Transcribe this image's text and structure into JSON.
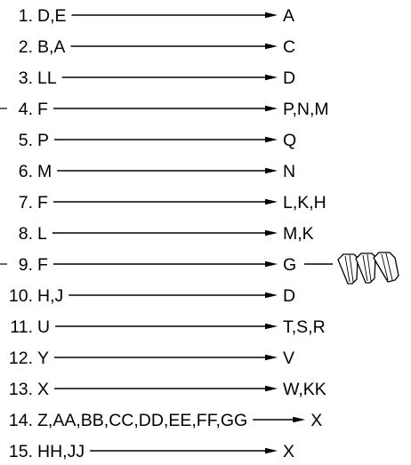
{
  "colors": {
    "ink": "#000000",
    "background": "#ffffff"
  },
  "icons": {
    "wire_nuts": "wire-nut-connectors-icon"
  },
  "rows": [
    {
      "num": "1.",
      "from": "D,E",
      "to": "A"
    },
    {
      "num": "2.",
      "from": "B,A",
      "to": "C"
    },
    {
      "num": "3.",
      "from": "LL",
      "to": "D"
    },
    {
      "num": "4.",
      "from": "F",
      "to": "P,N,M"
    },
    {
      "num": "5.",
      "from": "P",
      "to": "Q"
    },
    {
      "num": "6.",
      "from": "M",
      "to": "N"
    },
    {
      "num": "7.",
      "from": "F",
      "to": "L,K,H"
    },
    {
      "num": "8.",
      "from": "L",
      "to": "M,K"
    },
    {
      "num": "9.",
      "from": "F",
      "to": "G"
    },
    {
      "num": "10.",
      "from": "H,J",
      "to": "D"
    },
    {
      "num": "11.",
      "from": "U",
      "to": "T,S,R"
    },
    {
      "num": "12.",
      "from": "Y",
      "to": "V"
    },
    {
      "num": "13.",
      "from": "X",
      "to": "W,KK"
    },
    {
      "num": "14.",
      "from": "Z,AA,BB,CC,DD,EE,FF,GG",
      "to": "X"
    },
    {
      "num": "15.",
      "from": "HH,JJ",
      "to": "X"
    }
  ]
}
